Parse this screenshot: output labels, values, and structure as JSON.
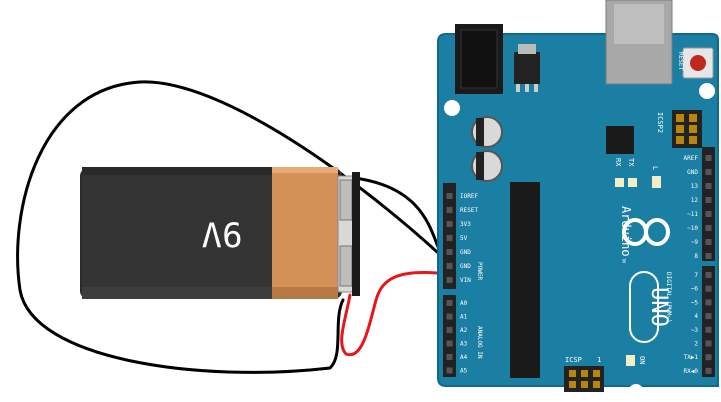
{
  "battery": {
    "label": "9V"
  },
  "board": {
    "brand": "Arduino",
    "trademark": "TM",
    "model": "UNO",
    "reset_label": "RESET",
    "icsp2_label": "ICSP2",
    "icsp_label": "ICSP",
    "icsp_num": "1",
    "on_label": "ON",
    "tx_label": "TX",
    "rx_label": "RX",
    "l_label": "L",
    "power_label": "POWER",
    "analog_label": "ANALOG IN",
    "digital_label": "DIGITAL (PWM~)",
    "power_pins": [
      "IOREF",
      "RESET",
      "3V3",
      "5V",
      "GND",
      "GND",
      "VIN"
    ],
    "analog_pins": [
      "A0",
      "A1",
      "A2",
      "A3",
      "A4",
      "A5"
    ],
    "digital_top": [
      "AREF",
      "GND",
      "13",
      "12",
      "~11",
      "~10",
      "~9",
      "8"
    ],
    "digital_bottom": [
      "7",
      "~6",
      "~5",
      "4",
      "~3",
      "2",
      "TX▶1",
      "RX◀0"
    ]
  },
  "colors": {
    "board": "#1b7fa3",
    "board_edge": "#0f6a8d",
    "battery_black": "#333333",
    "battery_copper": "#d39157",
    "wire_black": "#000000",
    "wire_red": "#e8151b"
  }
}
